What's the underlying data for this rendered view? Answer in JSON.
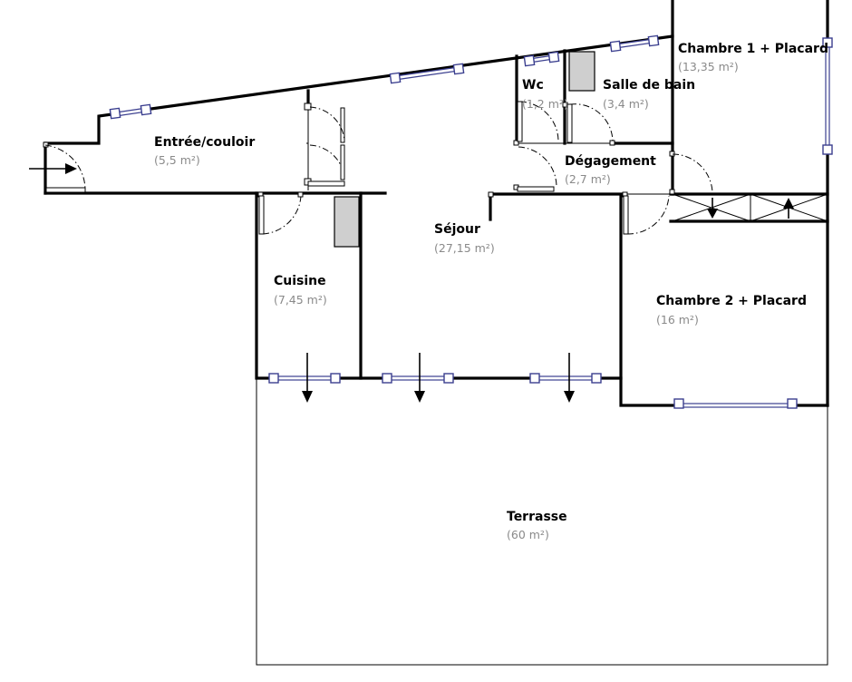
{
  "rooms": {
    "entree": {
      "name": "Entrée/couloir",
      "area": "(5,5 m²)"
    },
    "wc": {
      "name": "Wc",
      "area": "(1,2 m²)"
    },
    "sdb": {
      "name": "Salle de bain",
      "area": "(3,4 m²)"
    },
    "chambre1": {
      "name": "Chambre 1 + Placard",
      "area": "(13,35 m²)"
    },
    "degagement": {
      "name": "Dégagement",
      "area": "(2,7 m²)"
    },
    "sejour": {
      "name": "Séjour",
      "area": "(27,15 m²)"
    },
    "cuisine": {
      "name": "Cuisine",
      "area": "(7,45 m²)"
    },
    "chambre2": {
      "name": "Chambre 2 + Placard",
      "area": "(16 m²)"
    },
    "terrasse": {
      "name": "Terrasse",
      "area": "(60 m²)"
    }
  }
}
